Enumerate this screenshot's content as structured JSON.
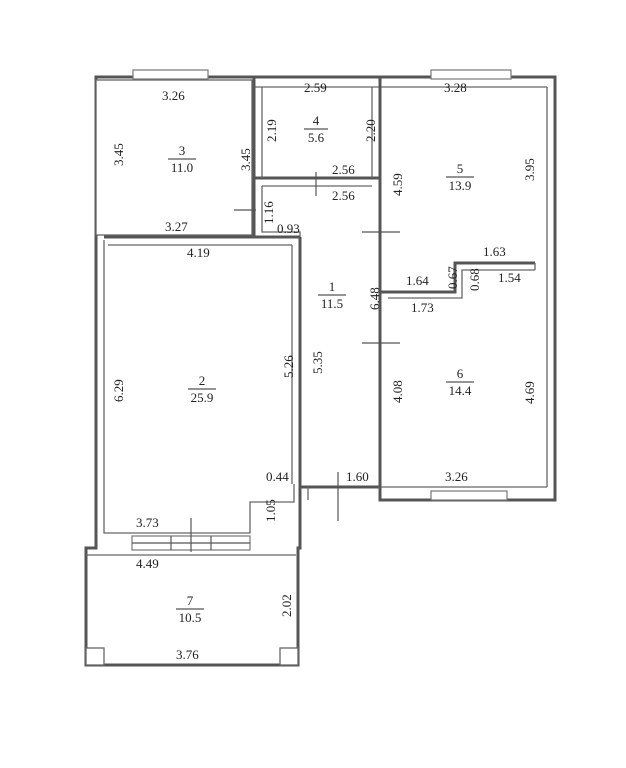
{
  "rooms": [
    {
      "number": "1",
      "area": "11.5"
    },
    {
      "number": "2",
      "area": "25.9"
    },
    {
      "number": "3",
      "area": "11.0"
    },
    {
      "number": "4",
      "area": "5.6"
    },
    {
      "number": "5",
      "area": "13.9"
    },
    {
      "number": "6",
      "area": "14.4"
    },
    {
      "number": "7",
      "area": "10.5"
    }
  ],
  "dims": {
    "r3_top": "3.26",
    "r3_left": "3.45",
    "r3_right": "3.45",
    "r3_bottom": "3.27",
    "r4_top": "2.59",
    "r4_left": "2.19",
    "r4_right": "2.20",
    "r4_bottom": "2.56",
    "r5_top": "3.28",
    "r5_left": "4.59",
    "r5_right": "3.95",
    "hall_top": "2.56",
    "hall_small_vert": "1.16",
    "hall_small": "0.93",
    "r2_top": "4.19",
    "r2_left": "6.29",
    "r2_right": "5.26",
    "r2_bottom": "3.73",
    "r1_left": "5.35",
    "r1_right": "6.48",
    "r1_bottom_small": "0.44",
    "r1_bottom": "1.60",
    "r2_step": "1.05",
    "notch_top": "1.63",
    "notch_left": "1.64",
    "notch_v1": "0.67",
    "notch_v2": "0.68",
    "notch_right": "1.54",
    "r6_top": "1.73",
    "r6_left": "4.08",
    "r6_right": "4.69",
    "r6_bottom": "3.26",
    "r7_top": "4.49",
    "r7_right": "2.02",
    "r7_bottom": "3.76"
  }
}
